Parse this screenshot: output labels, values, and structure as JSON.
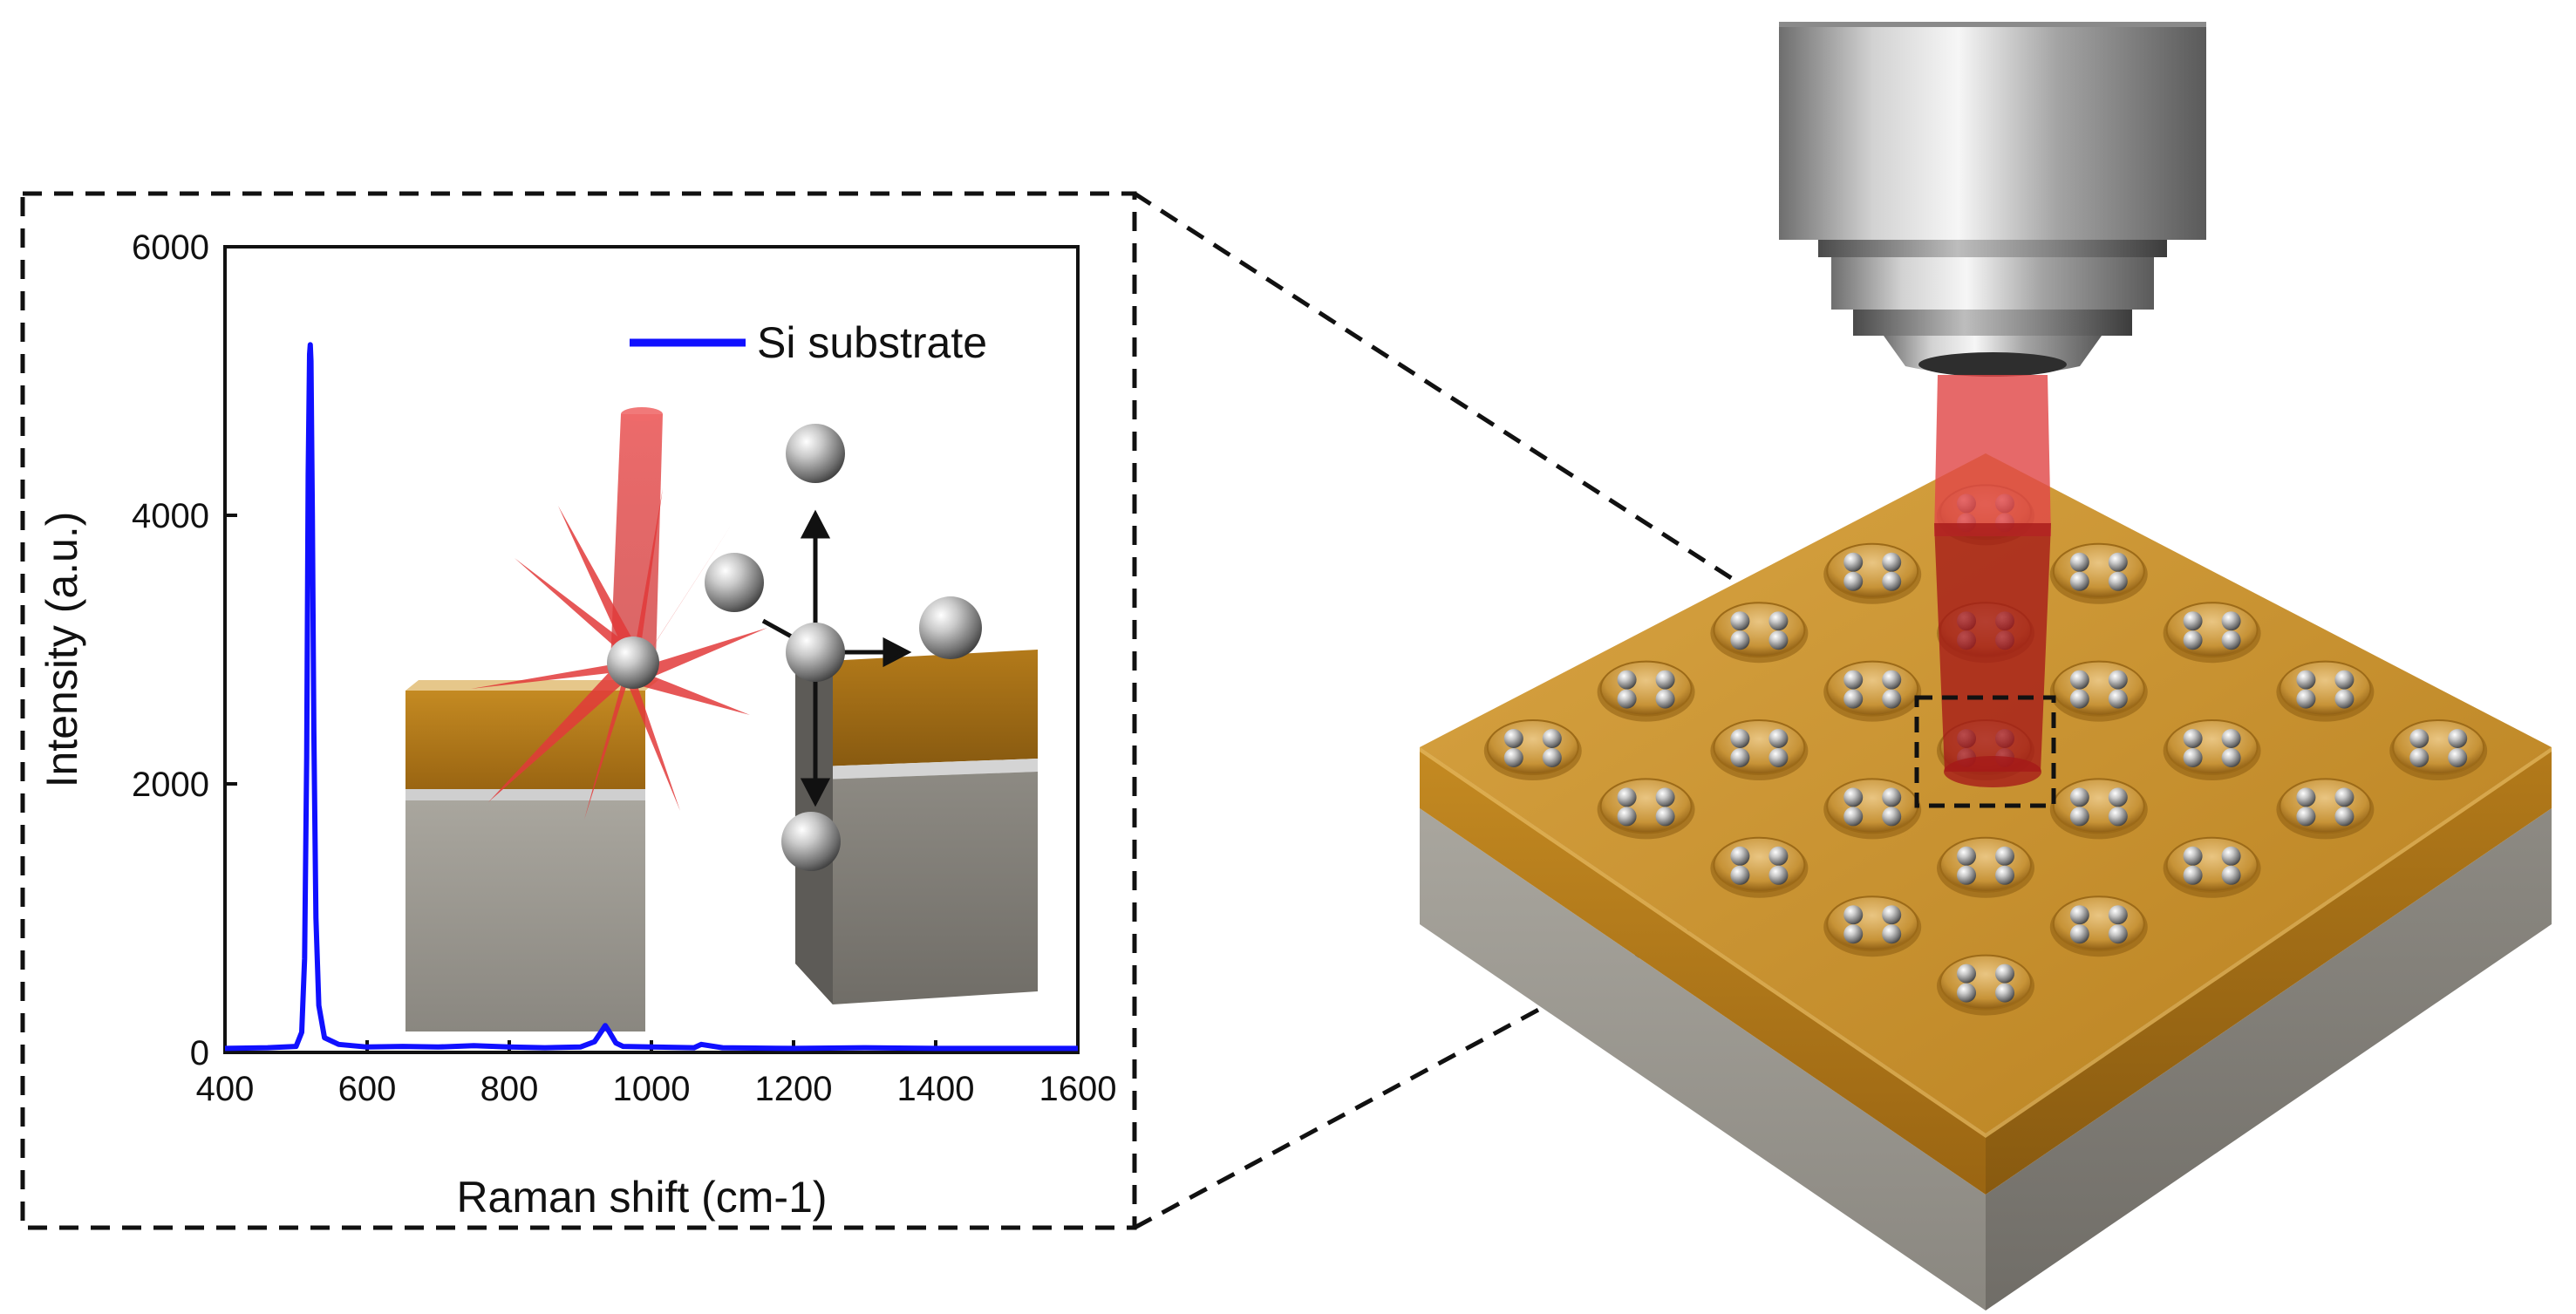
{
  "chart_data": {
    "type": "line",
    "title": "",
    "xlabel": "Raman shift (cm-1)",
    "ylabel": "Intensity (a.u.)",
    "xlim": [
      400,
      1600
    ],
    "ylim": [
      0,
      6000
    ],
    "xticks": [
      400,
      600,
      800,
      1000,
      1200,
      1400,
      1600
    ],
    "yticks": [
      0,
      2000,
      4000,
      6000
    ],
    "legend_position": "top-right",
    "series": [
      {
        "name": "Si substrate",
        "color": "#1010ff",
        "x": [
          400,
          460,
          500,
          508,
          512,
          515,
          517,
          519,
          520,
          521,
          523,
          525,
          528,
          532,
          540,
          560,
          600,
          650,
          700,
          750,
          800,
          850,
          900,
          920,
          930,
          935,
          940,
          950,
          960,
          1000,
          1060,
          1070,
          1100,
          1200,
          1300,
          1400,
          1500,
          1600
        ],
        "y": [
          30,
          35,
          45,
          150,
          700,
          2200,
          4300,
          5200,
          5270,
          5150,
          4000,
          2400,
          1000,
          350,
          110,
          60,
          40,
          45,
          40,
          50,
          40,
          35,
          40,
          80,
          160,
          200,
          160,
          70,
          45,
          40,
          35,
          60,
          35,
          30,
          35,
          30,
          30,
          30
        ]
      }
    ]
  },
  "colors": {
    "gold_top": "#c9922f",
    "gold_side": "#a56f18",
    "substrate_top": "#b7b3a8",
    "substrate_side": "#8f8c85",
    "laser": "#e23a3a",
    "lens_steel": "#b9b9b9"
  }
}
